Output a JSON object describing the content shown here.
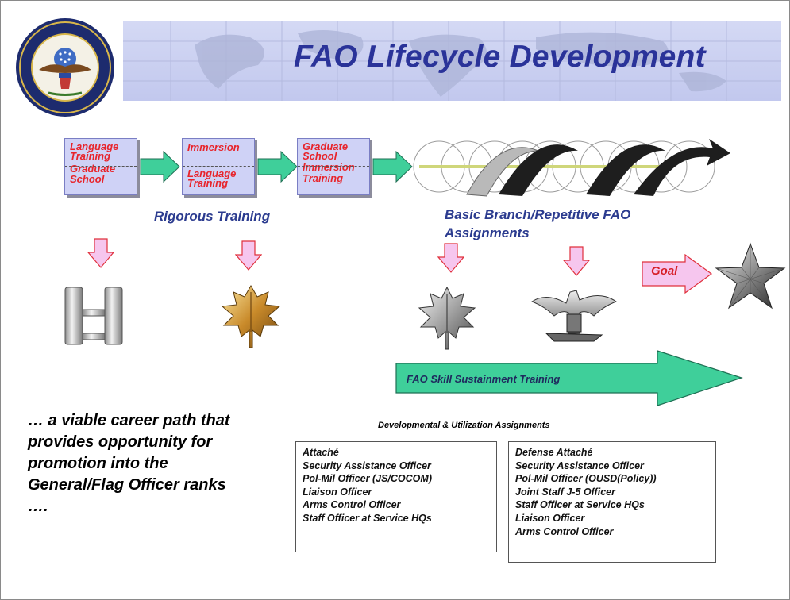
{
  "title": "FAO Lifecycle Development",
  "training_boxes": [
    {
      "lines": [
        "Language",
        "Training",
        "Graduate",
        "School"
      ]
    },
    {
      "lines": [
        "Immersion",
        "Language",
        "Training"
      ]
    },
    {
      "lines": [
        "Graduate",
        "School",
        "Immersion",
        "Training"
      ]
    }
  ],
  "rigorous_training_label": "Rigorous Training",
  "assignments_label_line1": "Basic Branch/Repetitive FAO",
  "assignments_label_line2": "Assignments",
  "goal_label": "Goal",
  "skill_sustainment_label": "FAO Skill Sustainment Training",
  "tagline": "… a viable career path that provides opportunity for promotion into the General/Flag Officer ranks ….",
  "developmental_heading": "Developmental & Utilization Assignments",
  "list_left": [
    "Attaché",
    "Security Assistance Officer",
    "Pol-Mil Officer (JS/COCOM)",
    "Liaison Officer",
    "Arms Control Officer",
    "Staff Officer at Service HQs"
  ],
  "list_right": [
    "Defense Attaché",
    "Security Assistance Officer",
    "Pol-Mil Officer (OUSD(Policy))",
    "Joint Staff J-5 Officer",
    "Staff Officer at Service HQs",
    "Liaison Officer",
    "Arms Control Officer"
  ],
  "colors": {
    "title": "#2a3399",
    "training_text": "#e8242b",
    "green_arrow": "#3fcf9a",
    "pink_arrow": "#f6c6ee",
    "label_blue": "#2b3b8f"
  },
  "icons": [
    "dod-seal-icon",
    "captain-bars-icon",
    "major-oak-leaf-icon",
    "lt-colonel-oak-leaf-icon",
    "colonel-eagle-icon",
    "general-star-icon"
  ]
}
